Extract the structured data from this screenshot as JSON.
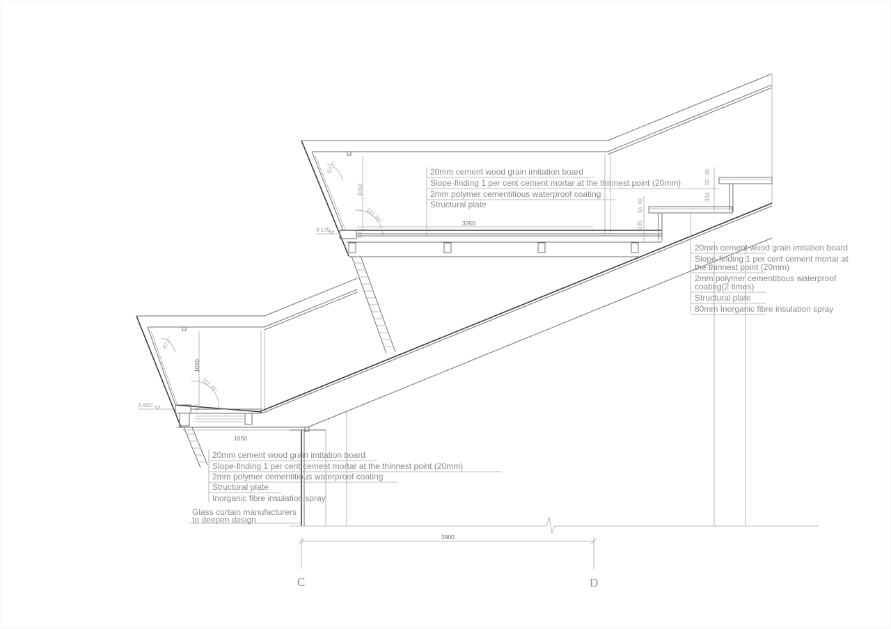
{
  "upper_deck": {
    "layers": [
      "20mm cement wood grain imitation board",
      "Slope-finding 1 per cent cement mortar at the thinnest point (20mm)",
      "2mm polymer cementitious waterproof coating",
      "Structural plate"
    ],
    "elevation": "9.135",
    "dims": {
      "span": "3350",
      "rail_height": "1050",
      "step": "50",
      "angle_a": "67.7°",
      "angle_b": "112.75°"
    }
  },
  "lower_deck": {
    "layers": [
      "20mm cement wood grain imitation board",
      "Slope-finding 1 per cent cement mortar at the thinnest point (20mm)",
      "2mm polymer cementitious waterproof coating",
      "Structural plate",
      "Inorganic fibre insulation spray"
    ],
    "elevation": "6.800",
    "dims": {
      "span": "1650",
      "rail_height": "1050",
      "step": "50",
      "angle_a": "67.7°",
      "angle_b": "112.75°"
    }
  },
  "roof_stairs": {
    "layers": [
      {
        "lines": [
          "20mm cement wood grain imitation board"
        ]
      },
      {
        "lines": [
          "Slope-finding 1 per cent cement mortar at",
          "the thinnest point (20mm)"
        ]
      },
      {
        "lines": [
          "2mm polymer cementitious waterproof",
          "coating(2 times)"
        ]
      },
      {
        "lines": [
          "Structural plate"
        ]
      },
      {
        "lines": [
          "80mm Inorganic fibre insulation spray"
        ]
      }
    ],
    "dims": {
      "riser_low": "335",
      "riser_high": "334",
      "d55a": "55",
      "d40a": "40",
      "d55b": "55",
      "d40b": "40"
    }
  },
  "glass_note": {
    "lines": [
      "Glass curtain manufacturers",
      "to deepen design"
    ]
  },
  "grid": {
    "span": "3900",
    "axis_left": "C",
    "axis_right": "D"
  }
}
